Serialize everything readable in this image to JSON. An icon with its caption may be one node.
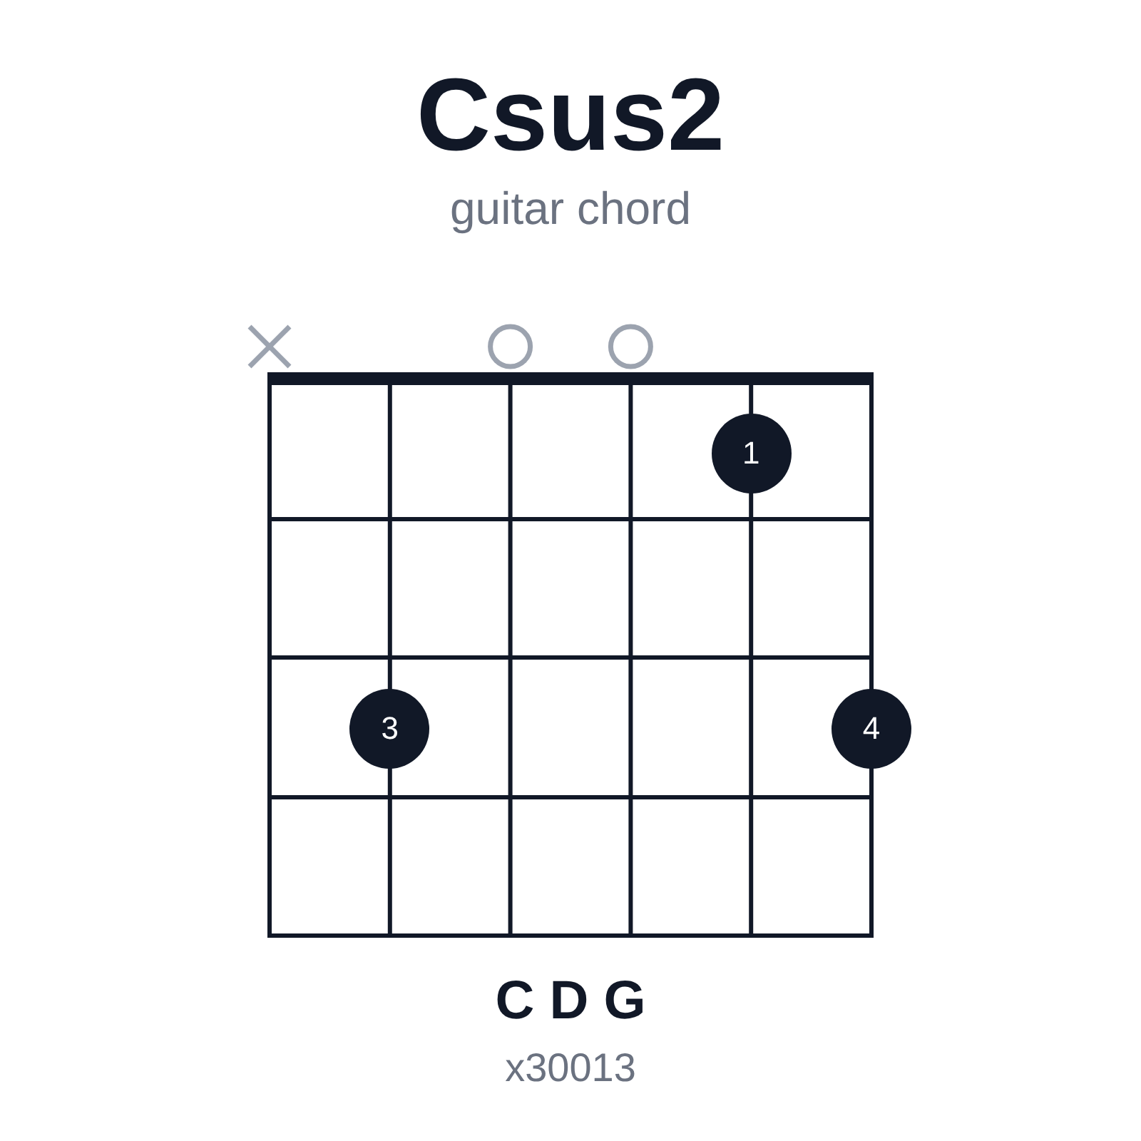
{
  "diagram": {
    "title": "Csus2",
    "nodes": [
      {
        "text": [
          "1"
        ]
      },
      {
        "text": [
          "3"
        ]
      },
      {
        "text": [
          "4"
        ]
      }
    ],
    "labels": [
      "guitar chord",
      "C D G",
      "x30013"
    ]
  }
}
